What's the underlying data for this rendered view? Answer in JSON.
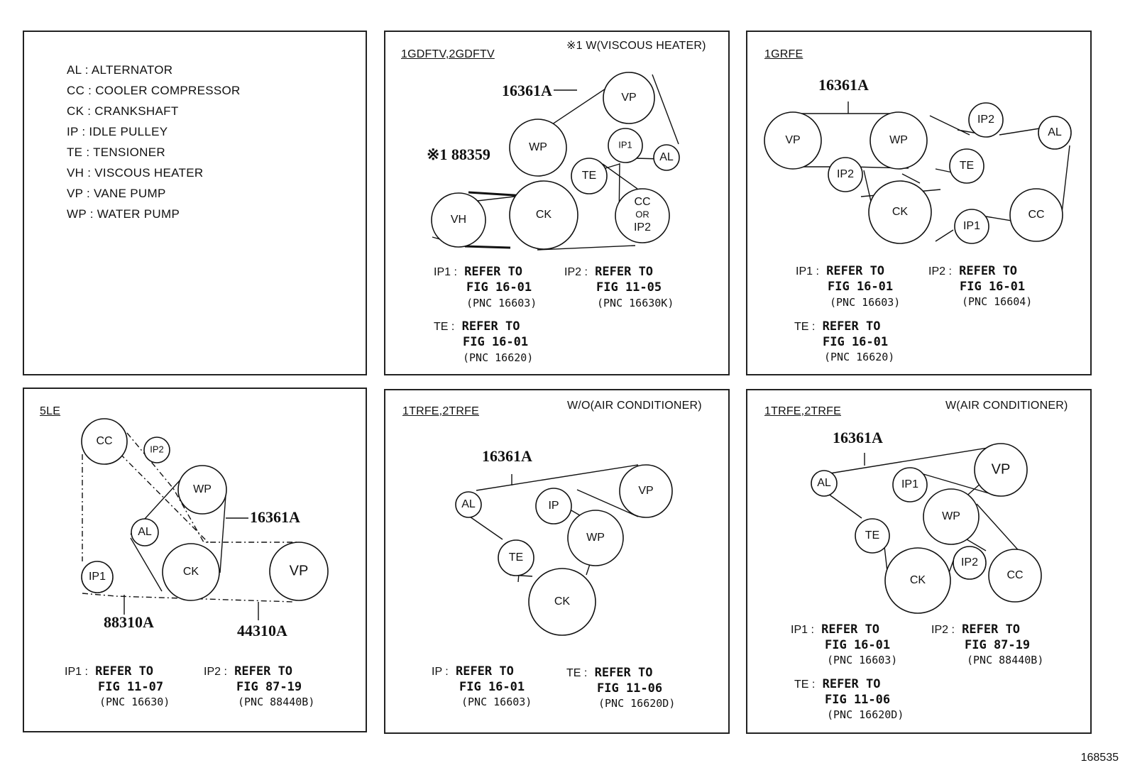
{
  "legend": {
    "items": [
      "AL : ALTERNATOR",
      "CC : COOLER COMPRESSOR",
      "CK : CRANKSHAFT",
      "IP : IDLE PULLEY",
      "TE : TENSIONER",
      "VH : VISCOUS HEATER",
      "VP : VANE PUMP",
      "WP : WATER PUMP"
    ]
  },
  "panel_1gdftv": {
    "code": "1GDFTV,2GDFTV",
    "note": "※1 W(VISCOUS HEATER)",
    "part_belt": "16361A",
    "part_vh_belt": "※1 88359",
    "pulleys": [
      "VP",
      "WP",
      "IP1",
      "AL",
      "TE",
      "VH",
      "CK",
      "CC",
      "OR",
      "IP2"
    ],
    "refs": [
      {
        "key": "IP1 :",
        "line1": "REFER TO",
        "line2": "FIG 16-01",
        "line3": "(PNC 16603)"
      },
      {
        "key": "IP2 :",
        "line1": "REFER TO",
        "line2": "FIG 11-05",
        "line3": "(PNC 16630K)"
      },
      {
        "key": "TE :",
        "line1": "REFER TO",
        "line2": "FIG 16-01",
        "line3": "(PNC 16620)"
      }
    ]
  },
  "panel_1grfe": {
    "code": "1GRFE",
    "part_belt": "16361A",
    "pulleys": [
      "VP",
      "WP",
      "IP2",
      "AL",
      "IP2",
      "TE",
      "CK",
      "IP1",
      "CC"
    ],
    "refs": [
      {
        "key": "IP1 :",
        "line1": "REFER TO",
        "line2": "FIG 16-01",
        "line3": "(PNC 16603)"
      },
      {
        "key": "IP2 :",
        "line1": "REFER TO",
        "line2": "FIG 16-01",
        "line3": "(PNC 16604)"
      },
      {
        "key": "TE :",
        "line1": "REFER TO",
        "line2": "FIG 16-01",
        "line3": "(PNC 16620)"
      }
    ]
  },
  "panel_5le": {
    "code": "5LE",
    "part_belt": "16361A",
    "part_a": "88310A",
    "part_b": "44310A",
    "pulleys": [
      "CC",
      "IP2",
      "WP",
      "AL",
      "CK",
      "VP",
      "IP1"
    ],
    "refs": [
      {
        "key": "IP1 :",
        "line1": "REFER TO",
        "line2": "FIG 11-07",
        "line3": "(PNC 16630)"
      },
      {
        "key": "IP2 :",
        "line1": "REFER TO",
        "line2": "FIG 87-19",
        "line3": "(PNC 88440B)"
      }
    ]
  },
  "panel_1trfe_wo": {
    "code": "1TRFE,2TRFE",
    "note": "W/O(AIR CONDITIONER)",
    "part_belt": "16361A",
    "pulleys": [
      "AL",
      "IP",
      "VP",
      "WP",
      "TE",
      "CK"
    ],
    "refs": [
      {
        "key": "IP :",
        "line1": "REFER TO",
        "line2": "FIG 16-01",
        "line3": "(PNC 16603)"
      },
      {
        "key": "TE :",
        "line1": "REFER TO",
        "line2": "FIG 11-06",
        "line3": "(PNC 16620D)"
      }
    ]
  },
  "panel_1trfe_w": {
    "code": "1TRFE,2TRFE",
    "note": "W(AIR CONDITIONER)",
    "part_belt": "16361A",
    "pulleys": [
      "AL",
      "IP1",
      "VP",
      "WP",
      "TE",
      "IP2",
      "CK",
      "CC"
    ],
    "refs": [
      {
        "key": "IP1 :",
        "line1": "REFER TO",
        "line2": "FIG 16-01",
        "line3": "(PNC 16603)"
      },
      {
        "key": "IP2 :",
        "line1": "REFER TO",
        "line2": "FIG 87-19",
        "line3": "(PNC 88440B)"
      },
      {
        "key": "TE :",
        "line1": "REFER TO",
        "line2": "FIG 11-06",
        "line3": "(PNC 16620D)"
      }
    ]
  },
  "figure_number": "168535"
}
